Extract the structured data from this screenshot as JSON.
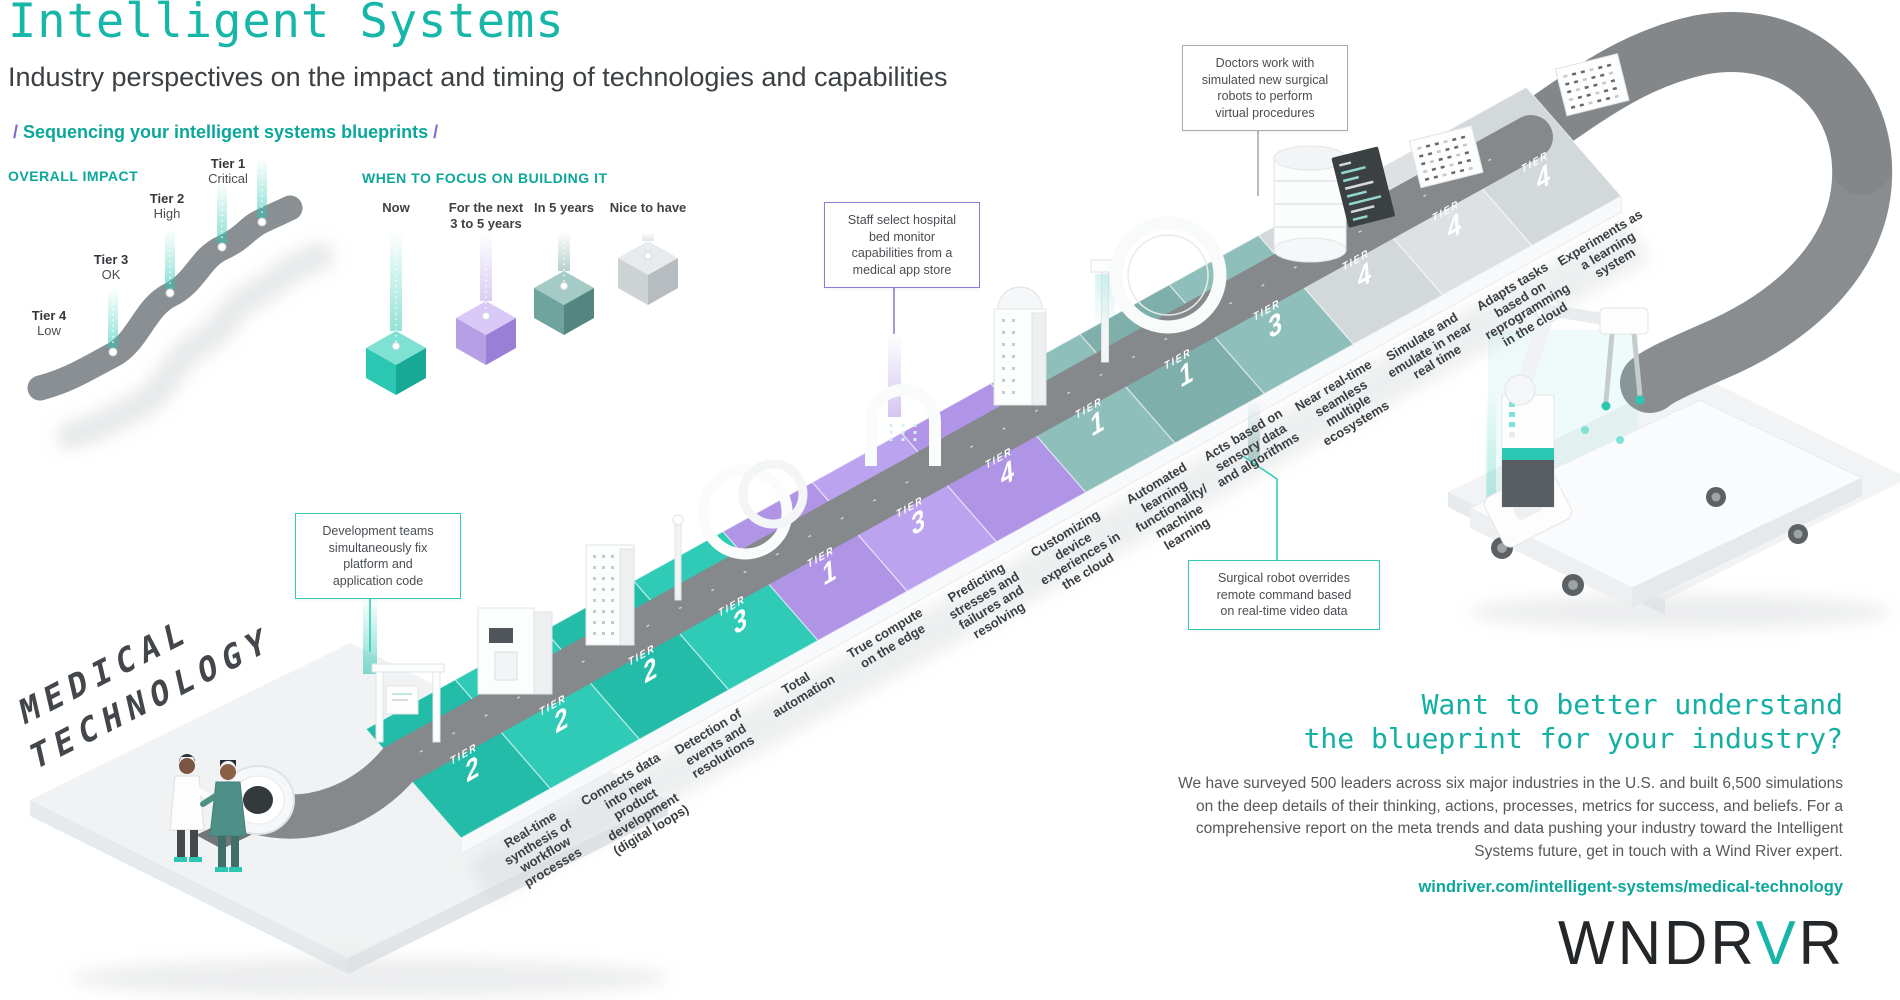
{
  "header": {
    "title": "Intelligent Systems",
    "subtitle": "Industry perspectives on the impact and timing of technologies and capabilities",
    "slash": "/",
    "section_label": "Sequencing your intelligent systems blueprints"
  },
  "impact_legend": {
    "title": "OVERALL IMPACT",
    "tiers": [
      {
        "name": "Tier 1",
        "level": "Critical"
      },
      {
        "name": "Tier 2",
        "level": "High"
      },
      {
        "name": "Tier 3",
        "level": "OK"
      },
      {
        "name": "Tier 4",
        "level": "Low"
      }
    ]
  },
  "focus_legend": {
    "title": "WHEN TO FOCUS ON BUILDING IT",
    "items": [
      {
        "label": "Now",
        "phase": "now"
      },
      {
        "label": "For the next\n3 to 5 years",
        "phase": "next"
      },
      {
        "label": "In 5 years",
        "phase": "in5"
      },
      {
        "label": "Nice to have",
        "phase": "nice"
      }
    ]
  },
  "tier_word": "TIER",
  "milestones": [
    {
      "label": "Real-time\nsynthesis of\nworkflow\nprocesses",
      "tier": 2,
      "phase": "now"
    },
    {
      "label": "Connects data\ninto new\nproduct\ndevelopment\n(digital loops)",
      "tier": 2,
      "phase": "now"
    },
    {
      "label": "Detection of\nevents and\nresolutions",
      "tier": 2,
      "phase": "now"
    },
    {
      "label": "Total\nautomation",
      "tier": 3,
      "phase": "now"
    },
    {
      "label": "True compute\non the edge",
      "tier": 1,
      "phase": "next"
    },
    {
      "label": "Predicting\nstresses and\nfailures and\nresolving",
      "tier": 3,
      "phase": "next"
    },
    {
      "label": "Customizing\ndevice\nexperiences in\nthe cloud",
      "tier": 4,
      "phase": "next"
    },
    {
      "label": "Automated\nlearning\nfunctionality/\nmachine\nlearning",
      "tier": 1,
      "phase": "in5"
    },
    {
      "label": "Acts based on\nsensory data\nand algorithms",
      "tier": 1,
      "phase": "in5"
    },
    {
      "label": "Near real-time\nseamless\nmultiple\necosystems",
      "tier": 3,
      "phase": "in5"
    },
    {
      "label": "Simulate and\nemulate in near\nreal time",
      "tier": 4,
      "phase": "nice"
    },
    {
      "label": "Adapts tasks\nbased on\nreprogramming\nin the cloud",
      "tier": 4,
      "phase": "nice"
    },
    {
      "label": "Experiments as\na learning\nsystem",
      "tier": 4,
      "phase": "nice"
    }
  ],
  "callouts": [
    {
      "text": "Development teams\nsimultaneously fix\nplatform and\napplication code",
      "accent": "#33C9B7"
    },
    {
      "text": "Staff select hospital\nbed monitor\ncapabilities from a\nmedical app store",
      "accent": "#8D7BD8"
    },
    {
      "text": "Doctors work with\nsimulated new surgical\nrobots to perform\nvirtual procedures",
      "accent": "#A7ABAF"
    },
    {
      "text": "Surgical robot overrides\nremote command based\non real-time video data",
      "accent": "#33C9B7"
    }
  ],
  "industry": {
    "line1": "MEDICAL",
    "line2": "TECHNOLOGY"
  },
  "cta": {
    "heading": "Want to better understand\nthe blueprint for your industry?",
    "body": "We have surveyed 500 leaders across six major industries in the U.S. and built 6,500 simulations\non the deep details of their thinking, actions, processes, metrics for success, and beliefs. For a\ncomprehensive report on the meta trends and data pushing your industry toward the Intelligent\nSystems future, get in touch with a Wind River expert.",
    "link": "windriver.com/intelligent-systems/medical-technology"
  },
  "logo": {
    "text": "WNDRVR",
    "accent_index": 4
  },
  "colors": {
    "accent_teal": "#17B5A8",
    "accent_purple": "#8D7BD8",
    "belt_gray": "#85898C",
    "text_dark": "#3A3E41",
    "phases": {
      "now": {
        "tile_a": "#23BCA8",
        "tile_b": "#2FCBB6",
        "cube_top": "#7FE0D4",
        "cube_left": "#2CC7B2",
        "cube_right": "#17A896",
        "beam": "#2CC7B2"
      },
      "next": {
        "tile_a": "#B094E6",
        "tile_b": "#BCA3EF",
        "cube_top": "#D9C9F7",
        "cube_left": "#B79FE6",
        "cube_right": "#9A7FD6",
        "beam": "#B79FE6"
      },
      "in5": {
        "tile_a": "#7FAFAA",
        "tile_b": "#8FBFBA",
        "cube_top": "#A5CBC6",
        "cube_left": "#6FA39D",
        "cube_right": "#54867F",
        "beam": "#6FA39D"
      },
      "nice": {
        "tile_a": "#D3D8DB",
        "tile_b": "#DDE1E3",
        "cube_top": "#E8EBED",
        "cube_left": "#CDD2D5",
        "cube_right": "#B6BCC0",
        "beam": "#C4C9CC"
      }
    }
  }
}
